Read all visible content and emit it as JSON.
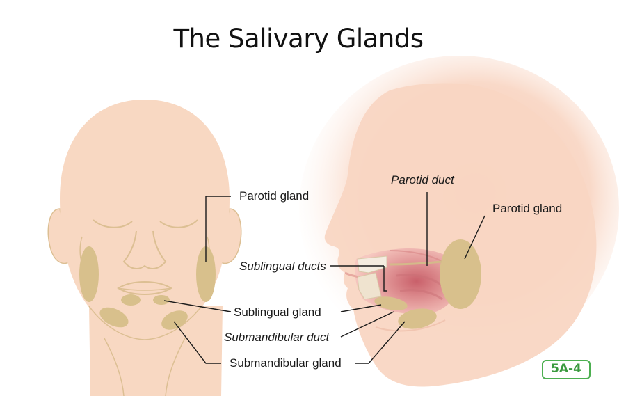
{
  "title": "The Salivary Glands",
  "labels": {
    "front_parotid_gland": "Parotid gland",
    "side_parotid_duct": "Parotid duct",
    "side_parotid_gland": "Parotid gland",
    "sublingual_ducts": "Sublingual ducts",
    "sublingual_gland": "Sublingual gland",
    "submandibular_duct": "Submandibular duct",
    "submandibular_gland": "Submandibular gland"
  },
  "badge": "5A-4",
  "colors": {
    "skin": "#f8d8c2",
    "skin_outline": "#d9b88a",
    "gland": "#d8c08c",
    "leader_line": "#1a1a1a",
    "badge": "#4caf50"
  }
}
